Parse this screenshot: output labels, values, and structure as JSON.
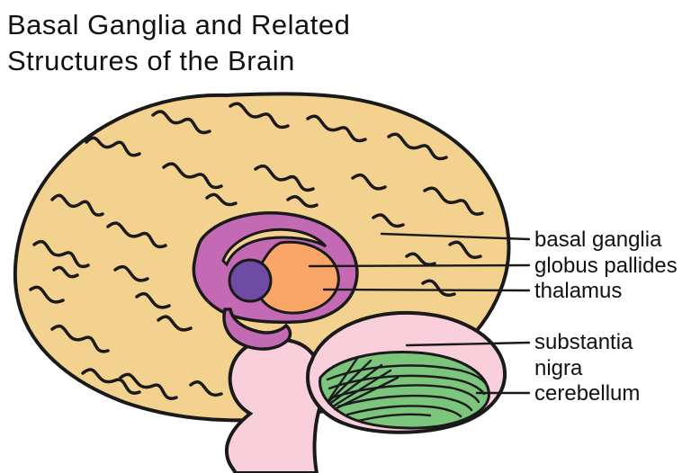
{
  "title": {
    "line1": "Basal Ganglia and Related",
    "line2": "Structures of the Brain"
  },
  "labels": {
    "basal_ganglia": "basal ganglia",
    "globus_pallides": "globus pallides",
    "thalamus": "thalamus",
    "substantia_nigra": "substantia nigra",
    "cerebellum": "cerebellum"
  },
  "colors": {
    "outline": "#1a1a1a",
    "cerebrum": "#F3D18F",
    "basal_ganglia_ring": "#C46AB5",
    "thalamus": "#F9A668",
    "globus_pallidus": "#6E4CA3",
    "brainstem": "#F8CFDA",
    "cerebellum_green": "#7CC57D"
  }
}
